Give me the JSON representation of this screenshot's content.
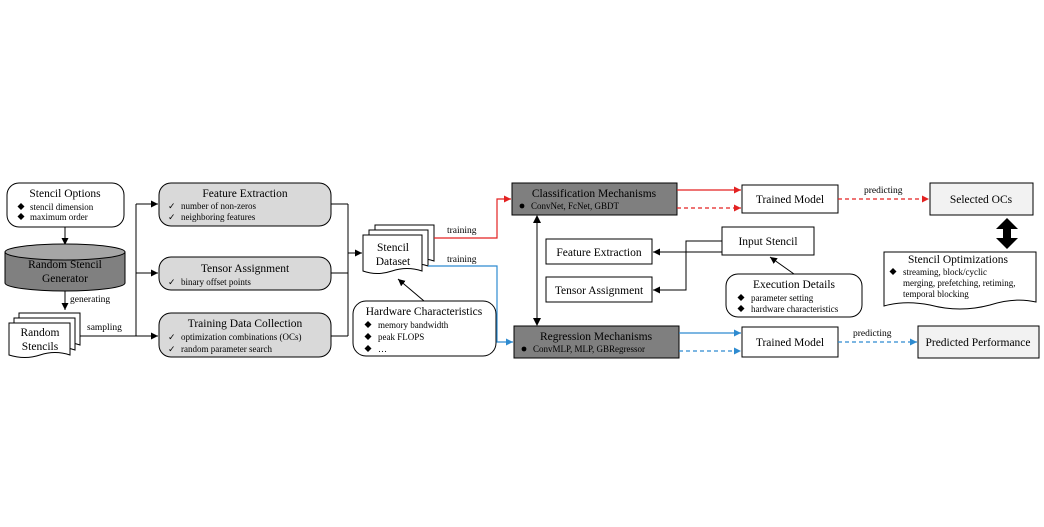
{
  "stencil_options": {
    "title": "Stencil Options",
    "items": [
      "stencil dimension",
      "maximum order"
    ]
  },
  "generator": {
    "line1": "Random Stencil",
    "line2": "Generator"
  },
  "random_stencils": {
    "line1": "Random",
    "line2": "Stencils"
  },
  "edge_labels": {
    "generating": "generating",
    "sampling": "sampling",
    "training_top": "training",
    "training_bottom": "training",
    "predicting_top": "predicting",
    "predicting_bottom": "predicting"
  },
  "feature_extraction": {
    "title": "Feature Extraction",
    "items": [
      "number of non-zeros",
      "neighboring features"
    ]
  },
  "tensor_assignment": {
    "title": "Tensor Assignment",
    "items": [
      "binary offset points"
    ]
  },
  "training_data": {
    "title": "Training Data Collection",
    "items": [
      "optimization combinations (OCs)",
      "random parameter search"
    ]
  },
  "stencil_dataset": {
    "line1": "Stencil",
    "line2": "Dataset"
  },
  "hardware": {
    "title": "Hardware Characteristics",
    "items": [
      "memory bandwidth",
      "peak FLOPS",
      "…"
    ]
  },
  "classification": {
    "title": "Classification Mechanisms",
    "item": "ConvNet, FcNet, GBDT"
  },
  "regression": {
    "title": "Regression Mechanisms",
    "item": "ConvMLP, MLP, GBRegressor"
  },
  "mid_feature_extraction": "Feature Extraction",
  "mid_tensor_assignment": "Tensor Assignment",
  "input_stencil": "Input Stencil",
  "execution": {
    "title": "Execution Details",
    "items": [
      "parameter setting",
      "hardware characteristics"
    ]
  },
  "trained_model_top": "Trained Model",
  "trained_model_bottom": "Trained Model",
  "selected_ocs": "Selected OCs",
  "predicted_performance": "Predicted Performance",
  "stencil_optimizations": {
    "title": "Stencil Optimizations",
    "lines": [
      "streaming, block/cyclic",
      "merging, prefetching, retiming,",
      "temporal blocking"
    ]
  },
  "colors": {
    "training_red": "#e32222",
    "training_blue": "#2e8bd0",
    "gray_light": "#d9d9d9",
    "gray_dark": "#7f7f7f",
    "gray_cyl": "#808080"
  }
}
